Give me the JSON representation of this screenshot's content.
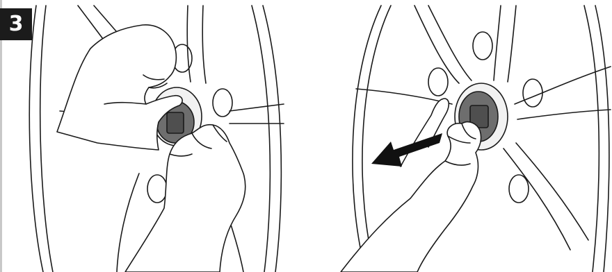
{
  "step": {
    "number": "3"
  },
  "colors": {
    "badge_bg": "#1b1b1b",
    "line": "#1a1a1a",
    "hub_cap": "#6e6e6e",
    "hub_cap_dark": "#4f4f4f",
    "ring": "#f2f2f2",
    "arrow": "#111111"
  },
  "panels": [
    {
      "name": "left",
      "action": "grip-hub-cap"
    },
    {
      "name": "right",
      "action": "pull-hub-cap-out",
      "arrow_direction": "down-left"
    }
  ]
}
